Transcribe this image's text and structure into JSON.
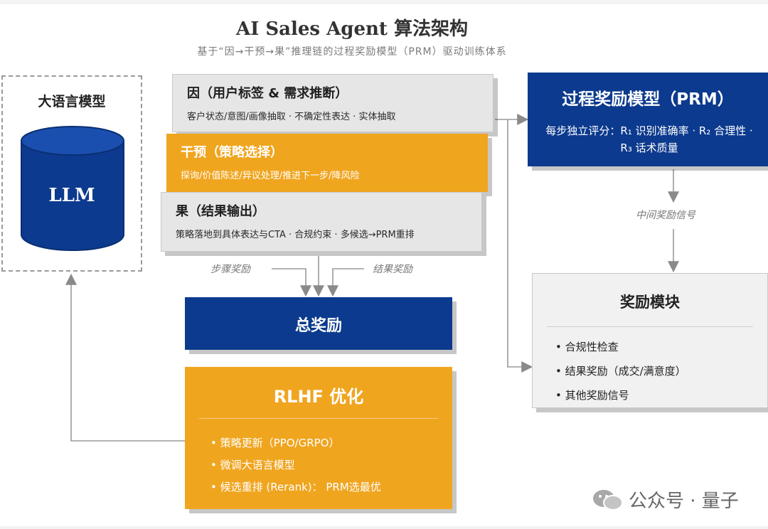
{
  "header": {
    "title": "AI Sales Agent 算法架构",
    "subtitle": "基于“因→干预→果”推理链的过程奖励模型（PRM）驱动训练体系"
  },
  "llm_panel": {
    "title": "大语言模型",
    "cylinder_label": "LLM"
  },
  "cause": {
    "title": "因（用户标签 & 需求推断）",
    "detail": "客户状态/意图/画像抽取 · 不确定性表达 · 实体抽取"
  },
  "intervention": {
    "title": "干预（策略选择）",
    "detail": "探询/价值陈述/异议处理/推进下一步/降风险"
  },
  "effect": {
    "title": "果（结果输出）",
    "detail": "策略落地到具体表达与CTA · 合规约束 · 多候选→PRM重排"
  },
  "reward_labels": {
    "step": "步骤奖励",
    "outcome": "结果奖励",
    "intermediate": "中间奖励信号"
  },
  "total_reward": {
    "title": "总奖励"
  },
  "rlhf": {
    "title": "RLHF 优化",
    "items": [
      "• 策略更新（PPO/GRPO）",
      "• 微调大语言模型",
      "• 候选重排 (Rerank)： PRM选最优"
    ]
  },
  "prm": {
    "title": "过程奖励模型（PRM）",
    "detail": "每步独立评分：R₁ 识别准确率 · R₂ 合理性 · R₃ 话术质量"
  },
  "reward_module": {
    "title": "奖励模块",
    "items": [
      "• 合规性检查",
      "• 结果奖励（成交/满意度）",
      "• 其他奖励信号"
    ]
  },
  "watermark": {
    "text": "公众号 · 量子"
  },
  "colors": {
    "navy": "#0c3a8e",
    "orange": "#f0a51f",
    "gray": "#e6e6e6"
  }
}
